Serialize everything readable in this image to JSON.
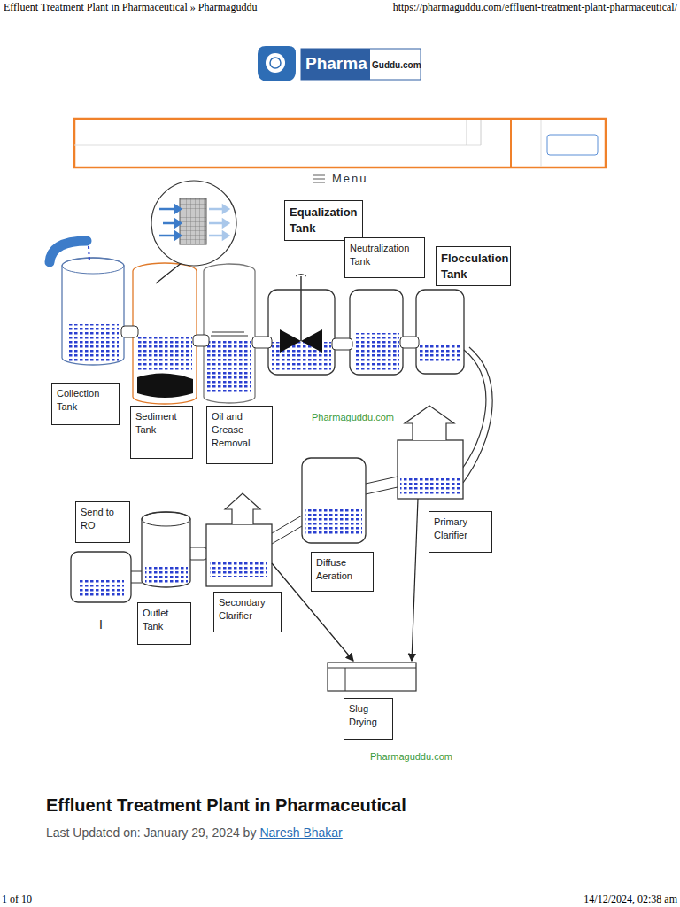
{
  "diagram": {
    "title": "Effluent Treatment Plant in Pharmaceutical",
    "nodes": [
      {
        "text": [
          "Equalization Tank"
        ]
      },
      {
        "text": [
          "Neutralization Tank"
        ]
      },
      {
        "text": [
          "Flocculation Tank"
        ]
      },
      {
        "text": [
          "Collection Tank"
        ]
      },
      {
        "text": [
          "Sediment Tank"
        ]
      },
      {
        "text": [
          "Oil and Grease Removal"
        ]
      },
      {
        "text": [
          "Send to RO"
        ]
      },
      {
        "text": [
          "Primary Clarifier"
        ]
      },
      {
        "text": [
          "Diffuse Aeration"
        ]
      },
      {
        "text": [
          "Secondary Clarifier"
        ]
      },
      {
        "text": [
          "Outlet Tank"
        ]
      },
      {
        "text": [
          "Slug Drying"
        ]
      }
    ],
    "labels": [
      "Effluent Treatment Plant in Pharmaceutical » Pharmaguddu",
      "https://pharmaguddu.com/effluent-treatment-plant-pharmaceutical/",
      "Pharma",
      "Guddu.com",
      "Menu",
      "Pharmaguddu.com",
      "I",
      "Pharmaguddu.com",
      "Last Updated on: January 29, 2024 by",
      "Naresh Bhakar",
      "1 of 10",
      "14/12/2024, 02:38 am"
    ]
  }
}
